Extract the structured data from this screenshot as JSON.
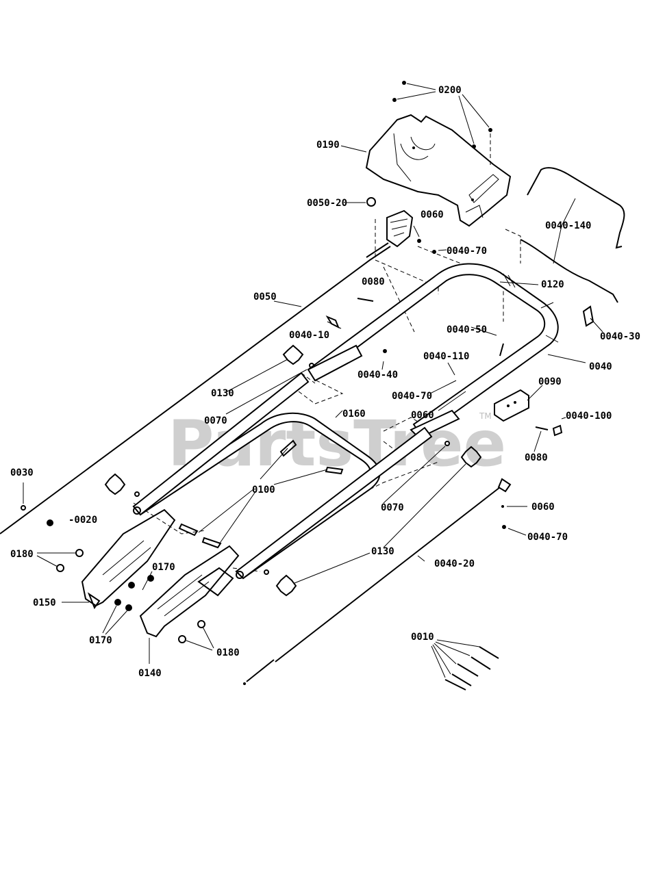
{
  "watermark": {
    "text": "PartsTree",
    "tm": "TM"
  },
  "callouts": {
    "c0200": "0200",
    "c0190": "0190",
    "c0050_20": "0050-20",
    "c0060_top": "0060",
    "c0040_70_top": "0040-70",
    "c0040_140": "0040-140",
    "c0120": "0120",
    "c0080_top": "0080",
    "c0050": "0050",
    "c0040_10": "0040-10",
    "c0040_50": "0040-50",
    "c0040_30": "0040-30",
    "c0040_40": "0040-40",
    "c0040_110": "0040-110",
    "c0040": "0040",
    "c0130_left": "0130",
    "c0040_70_mid": "0040-70",
    "c0090": "0090",
    "c0060_mid": "0060",
    "c0070_left": "0070",
    "c0160": "0160",
    "c0040_100": "0040-100",
    "c0080_right": "0080",
    "c0030": "0030",
    "c0100": "0100",
    "c0070_right": "0070",
    "c0060_right": "0060",
    "c0020": "-0020",
    "c0040_70_right": "0040-70",
    "c0180_left": "0180",
    "c0130_bottom": "0130",
    "c0040_20": "0040-20",
    "c0170_mid": "0170",
    "c0150": "0150",
    "c0170_low": "0170",
    "c0010": "0010",
    "c0180_right": "0180",
    "c0140": "0140"
  }
}
